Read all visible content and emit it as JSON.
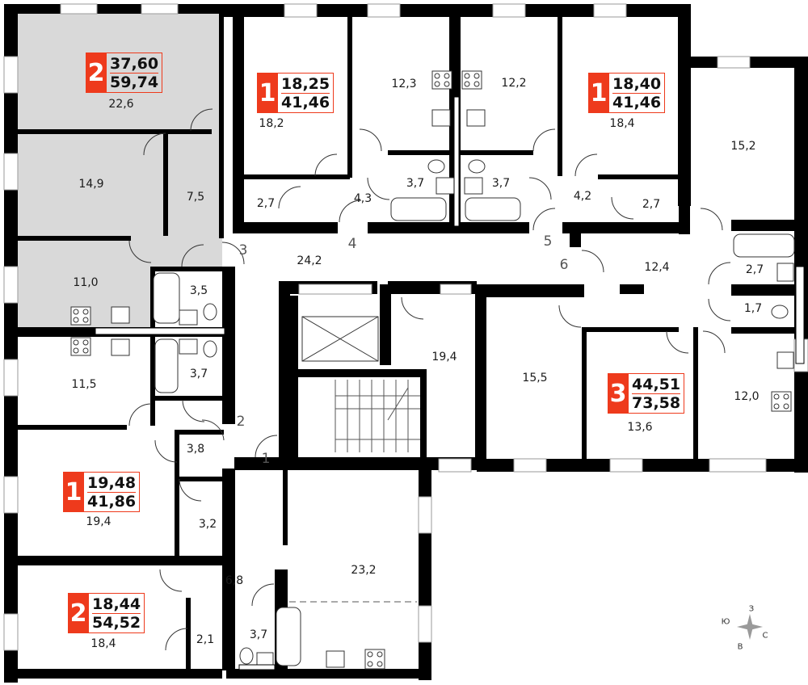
{
  "apartments": [
    {
      "rooms": "2",
      "living": "37,60",
      "total": "59,74"
    },
    {
      "rooms": "1",
      "living": "18,25",
      "total": "41,46"
    },
    {
      "rooms": "1",
      "living": "18,40",
      "total": "41,46"
    },
    {
      "rooms": "3",
      "living": "44,51",
      "total": "73,58"
    },
    {
      "rooms": "1",
      "living": "19,48",
      "total": "41,86"
    },
    {
      "rooms": "2",
      "living": "18,44",
      "total": "54,52"
    }
  ],
  "room_areas": {
    "r1": "22,6",
    "r2": "14,9",
    "r3": "7,5",
    "r4": "11,0",
    "r5": "3,5",
    "r6": "11,5",
    "r7": "3,7",
    "r8": "3,8",
    "r9": "19,4",
    "r10": "3,2",
    "r11": "6,8",
    "r12": "18,4",
    "r13": "2,1",
    "r14": "3,7",
    "r15": "23,2",
    "r16": "18,2",
    "r17": "12,3",
    "r18": "12,2",
    "r19": "18,4",
    "r20": "15,2",
    "r21": "2,7",
    "r22": "4,3",
    "r23": "3,7",
    "r24": "3,7",
    "r25": "4,2",
    "r26": "2,7",
    "r27": "24,2",
    "r28": "12,4",
    "r29": "2,7",
    "r30": "1,7",
    "r31": "19,4",
    "r32": "15,5",
    "r33": "13,6",
    "r34": "12,0"
  },
  "door_numbers": [
    "1",
    "2",
    "3",
    "4",
    "5",
    "6"
  ],
  "compass": {
    "north": "З",
    "west": "Ю",
    "east": "С",
    "south": "В"
  },
  "colors": {
    "wall": "#000000",
    "highlight": "#d9d9d9",
    "badge": "#ee3a1c",
    "window": "#cfcfcf"
  }
}
